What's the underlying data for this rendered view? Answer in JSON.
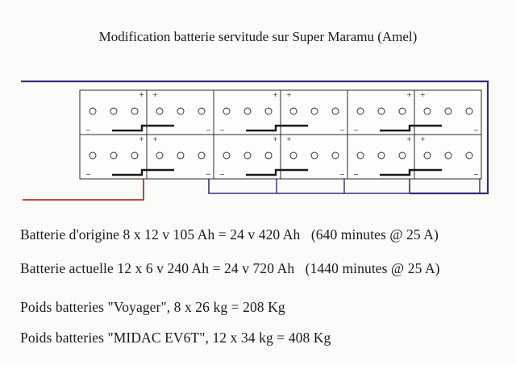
{
  "title": "Modification batterie servitude sur Super Maramu (Amel)",
  "diagram": {
    "rows": 2,
    "columns": 6,
    "cells_per_battery": 3,
    "terminal_plus": "+",
    "terminal_minus": "−",
    "colors": {
      "positive_wire": "#3b2a78",
      "negative_wire": "#b8322a",
      "link_wire": "#1a1a1a",
      "battery_outline": "#2a2a2a"
    }
  },
  "lines": [
    {
      "text": "Batterie d'origine 8 x 12 v 105 Ah = 24 v 420 Ah",
      "note": "(640 minutes @ 25 A)"
    },
    {
      "text": "Batterie actuelle 12 x 6 v 240 Ah = 24 v 720 Ah",
      "note": "(1440 minutes @ 25 A)"
    },
    {
      "text": "Poids batteries \"Voyager\", 8 x 26 kg = 208 Kg",
      "note": ""
    },
    {
      "text": "Poids batteries \"MIDAC EV6T\", 12 x 34 kg = 408 Kg",
      "note": ""
    }
  ]
}
